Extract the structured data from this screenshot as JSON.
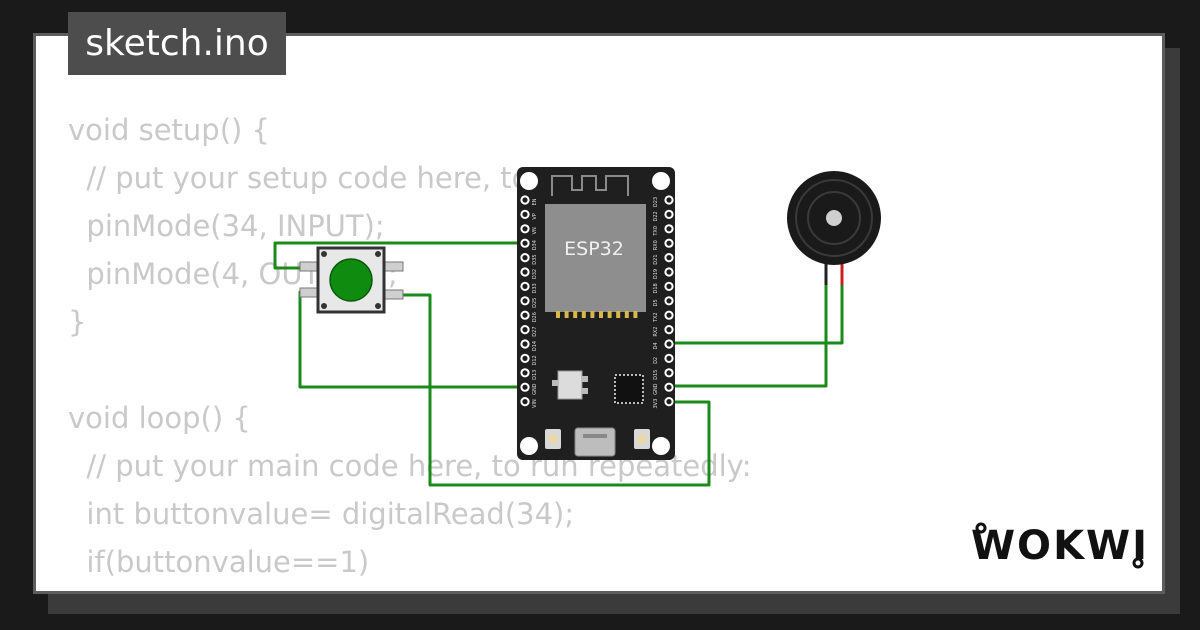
{
  "tab": {
    "filename": "sketch.ino"
  },
  "code_lines": [
    "void setup() {",
    "  // put your setup code here, to run once:",
    "  pinMode(34, INPUT);",
    "  pinMode(4, OUTPUT);",
    "}",
    "",
    "void loop() {",
    "  // put your main code here, to run repeatedly:",
    "  int buttonvalue= digitalRead(34);",
    "  if(buttonvalue==1)",
    "  {"
  ],
  "board": {
    "chip_label": "ESP32",
    "left_pins": [
      "EN",
      "VP",
      "VN",
      "D34",
      "D35",
      "D32",
      "D33",
      "D25",
      "D26",
      "D27",
      "D14",
      "D12",
      "D13",
      "GND",
      "VIN"
    ],
    "right_pins": [
      "D23",
      "D22",
      "TX0",
      "RX0",
      "D21",
      "D19",
      "D18",
      "D5",
      "TX2",
      "RX2",
      "D4",
      "D2",
      "D15",
      "GND",
      "3V3"
    ]
  },
  "brand": {
    "logo_text": "WOKWI"
  },
  "colors": {
    "wire": "#1a8a1a",
    "board": "#1f1f1f",
    "button_cap": "#0f8c0f",
    "code_text": "#c9c9c9",
    "tab_bg": "#4d4d4d"
  }
}
